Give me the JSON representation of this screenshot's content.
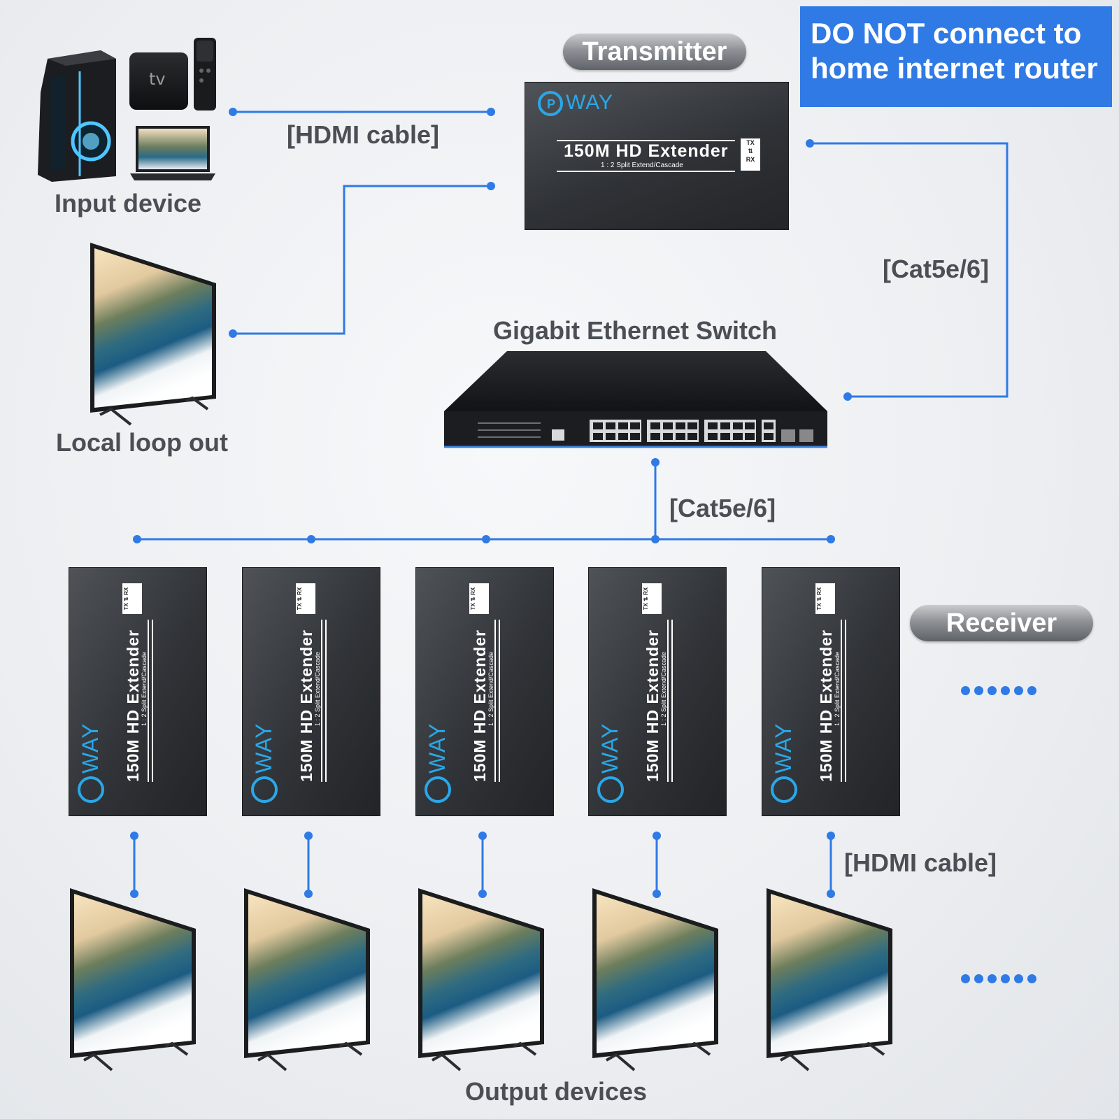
{
  "labels": {
    "transmitter": "Transmitter",
    "receiver": "Receiver",
    "warning_line1": "DO NOT connect to",
    "warning_line2": "home internet router",
    "hdmi_top": "[HDMI cable]",
    "hdmi_bottom": "[HDMI cable]",
    "cat_right": "[Cat5e/6]",
    "cat_mid": "[Cat5e/6]",
    "switch": "Gigabit Ethernet Switch",
    "input_device": "Input device",
    "local_loop": "Local loop out",
    "output_devices": "Output devices",
    "tv_box_text": "tv"
  },
  "device": {
    "brand": "WAY",
    "name": "150M HD Extender",
    "sub": "1 : 2 Split Extend/Cascade",
    "tx": "TX",
    "rx": "RX"
  },
  "colors": {
    "accent_blue": "#2f7ae5",
    "brand_blue": "#2aa7e8",
    "label_gray": "#4b4f55"
  }
}
